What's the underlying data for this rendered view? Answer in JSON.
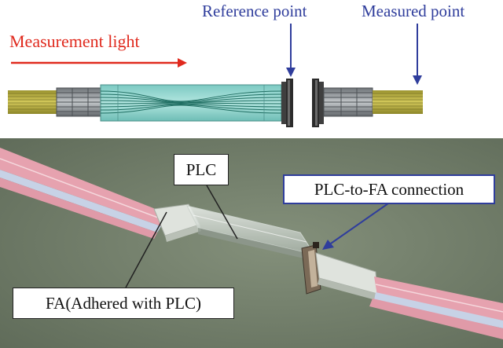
{
  "diagram": {
    "labels": {
      "measurement_light": "Measurement light",
      "reference_point": "Reference point",
      "measured_point": "Measured point"
    },
    "colors": {
      "light_arrow": "#e02a1e",
      "pointer_arrow": "#2f3d9c",
      "fiber": "#b9b03a",
      "plc": "#8fd6cf",
      "waveguide": "#1f6e62",
      "fa": "#8a8f94"
    }
  },
  "photo": {
    "callouts": {
      "plc": "PLC",
      "connection": "PLC-to-FA connection",
      "fa": "FA(Adhered with PLC)"
    },
    "colors": {
      "background": "#6f7c67",
      "fiber_ribbon": "#e9a3b1"
    }
  }
}
